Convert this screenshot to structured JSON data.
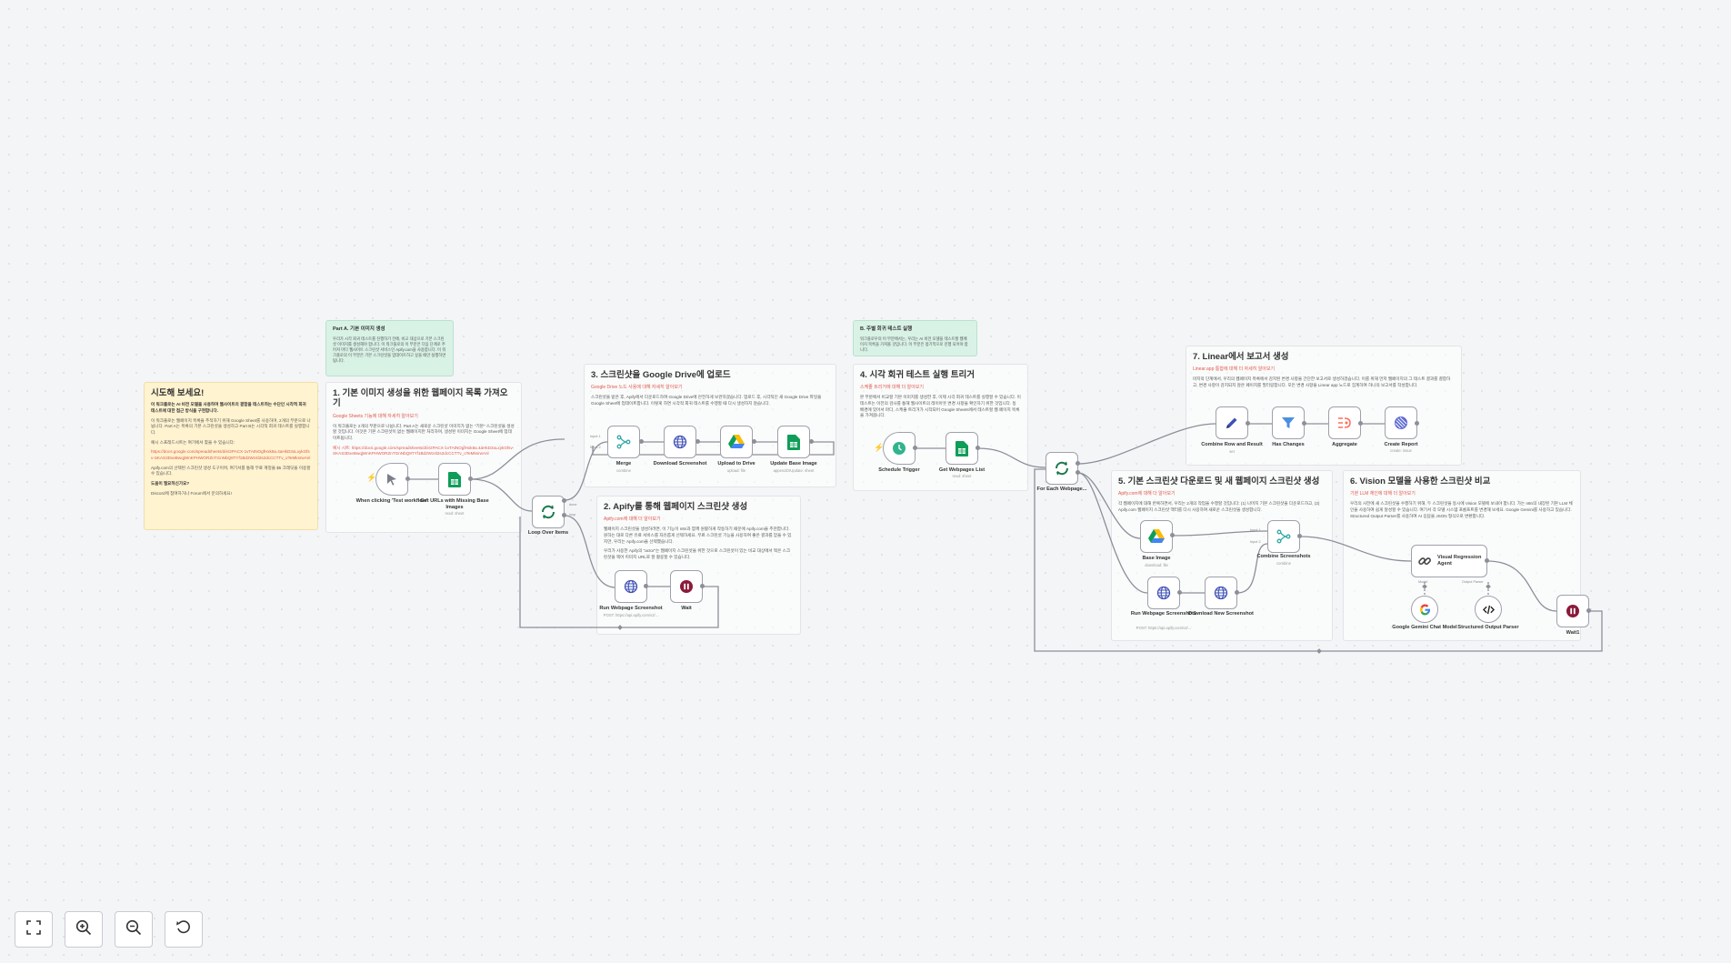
{
  "notes": {
    "intro": {
      "title": "시도해 보세요!",
      "body": [
        "이 워크플로는 AI 비전 모델을 사용하여 웹사이트의 결함을 테스트하는 수단인 시각적 회귀 테스트에 대한 접근 방식을 구현합니다.",
        "이 워크플로는 웹페이지 목록을 추적하기 위해 Google Sheet를 사용하며, 2개의 부분으로 나뉩니다. Part A는 목록의 기본 스크린샷을 생성하고 Part B는 시각적 회귀 테스트를 실행합니다.",
        "예시 스프레드시트는 여기에서 찾을 수 있습니다:",
        "https://docs.google.com/spreadsheets/d/e/2PACX-1vTAtNOgfHxk8a.4aHkD3xLxykGfsv-SKAS3DxeBwqjWnKPHWORZnTGnNbQ8TYf1Bd2Wz4l2s2dcCCTTv_oTeMksrwAnl",
        "Apify.com의 선택된 스크린샷 생성 도구이며, 여기서를 통해 무료 계정을 $5 크레딧을 이용할 수 있습니다.",
        "도움이 필요하신가요?",
        "Discord에 참여하거나 Forum에서 문의하세요!"
      ]
    },
    "partA": {
      "title": "Part A. 기본 이미지 생성",
      "body": "우리가 시각 회귀 테스트를 진행하기 전에, 비교 대상으로 기본 스크린샷 이미지를 생성해야 합니다. 이 워크플로의 이 부분은 다음 단계로 주어져 마다 웹사이트 스크린샷 서비스인 Apify.com을 사용합니다. 이 워크플로의 이 부분은 기본 스크린샷을 업데이트하고 싶을 때만 실행하면 됩니다."
    },
    "partB": {
      "title": "B. 주별 회귀 테스트 실행",
      "body": "워크플로우의 이 부분에서는, 우리는 AI 비전 모델을 테스트할 웹페이지 목록을 가져올 것입니다. 이 부분은 정기적으로 진행 되어야 합니다."
    },
    "step1": {
      "title": "1. 기본 이미지 생성을 위한 웹페이지 목록 가져오기",
      "sub": "Google Sheets 기능에 대해 자세히 알아보기",
      "body": "이 워크플로는 2개의 부분으로 나뉩니다. Part A는 새로운 스크린샷 이미지가 없는 \"기본\" 스크린샷을 생성할 것입니다. 이것은 기본 스크린샷이 없는 웹페이지만 처리하며, 생성된 이미지는 Google Sheet에 업데이트됩니다.",
      "link": "예시 시트: https://docs.google.com/spreadsheets/d/e/2PACX-1vTAtNOgfHxk8a.4aHkD3xLxykGfsv-SKAS3DxeBwqjWnKPHWORZnTGnNbQ8TYf1Bd2Wz4l2s2dcCCTTv_oTeMksrwAnl"
    },
    "step2": {
      "title": "2. Apify를 통해 웹페이지 스크린샷 생성",
      "sub": "Apify.com에 대해 더 알아보기",
      "body": "웹페이지 스크린샷을 생성하려면, 이 기능이 n8n과 함께 원활하게 작동하기 때문에 Apify.com을 추천합니다. 원하는 대로 다른 유료 서비스를 자유롭게 선택하세요. 무료 스크린샷 기능을 사용하여 좋은 결과를 얻을 수 있지만, 우리는 Apify.com을 선택했습니다.",
      "body2": "우리가 사용한 Apify의 \"actor\"는 웹페이지 스크린샷을 위한 것으로 스크린샷이 있는 비교 대상에서 찍은 스크린샷을 찍어 이미지 URL로 잘 활용할 수 있습니다."
    },
    "step3": {
      "title": "3. 스크린샷을 Google Drive에 업로드",
      "sub": "Google Drive 노드 사용에 대해 자세히 알아보기",
      "body": "스크린샷을 받은 후, Apify에서 다운로드하여 Google Drive에 안전하게 보관하겠습니다. 업로드 후, 시각적인 새 Google Drive 파일을 Google Sheet에 업데이트합니다. 이렇게 하면 시각적 회귀 테스트를 수행할 때 다시 생성하지 않습니다."
    },
    "step4": {
      "title": "4. 시각 회귀 테스트 실행 트리거",
      "sub": "스케줄 트리거에 대해 더 알아보기",
      "body": "본 부분에서 비교할 기본 이미지를 생성한 후, 이제 시각 회귀 테스트를 실행할 수 있습니다. 이 테스트는 이전의 검사를 통해 웹사이트의 레이아웃 변경 사항을 확인하기 위한 것입니다. 동 배경에 있어서 마다, 스케줄 트리거가 시작되어 Google Sheets에서 테스트할 웹 페이지 목록을 가져옵니다."
    },
    "step5": {
      "title": "5. 기본 스크린샷 다운로드 및 새 웹페이지 스크린샷 생성",
      "sub": "Apify.com에 대해 더 알아보기",
      "body": "각 웹페이지에 대해 반복하면서, 우리는 2개의 작업을 수행할 것입니다: (1) 나머지 기본 스크린샷을 다운로드하고, (2) Apify.com 웹페이지 스크린샷 액터를 다시 사용하여 새로운 스크린샷을 생성합니다."
    },
    "step6": {
      "title": "6. Vision 모델을 사용한 스크린샷 비교",
      "sub": "기본 LLM 체인에 대해 더 알아보기",
      "body": "우리의 사전에 새 스크린샷을 수행하기 위해, 두 스크린샷을 동시에 Vision 모델에 보내야 합니다. 가는 n8n의 내장된 기본 LLM 체인을 사용하여 쉽게 달성할 수 있습니다. 여기서 각 모델 시스템 프롬프트를 변경해 보세요. Google Gemini를 사용하고 있습니다. Structured Output Parser를 사용하여 AI 응답을 JSON 형식으로 변환합니다."
    },
    "step7": {
      "title": "7. Linear에서 보고서 생성",
      "sub": "Linear.app 통합에 대해 더 자세히 알아보기",
      "body": "마지막 단계에서, 우리의 웹페이지 목록에서 감지된 변경 사항을 간단한 보고서로 생성하겠습니다. 이를 위해 먼저 웹페이지의 그 테스트 결과를 결합하고, 변경 사항이 감지되지 않은 페이지를 필터링합니다. 모든 변경 사항을 Linear app 노드로 집계하여 하나의 보고서를 작성합니다."
    }
  },
  "nodes": {
    "manual_trigger": {
      "label": "When clicking 'Test workflow'",
      "icon": "cursor-icon"
    },
    "get_urls": {
      "label": "Get URLs with Missing Base Images",
      "sub": "read: sheet",
      "icon": "google-sheets-icon"
    },
    "loop_over": {
      "label": "Loop Over Items",
      "icon": "loop-icon"
    },
    "merge": {
      "label": "Merge",
      "sub": "combine",
      "icon": "merge-icon"
    },
    "download_screenshot": {
      "label": "Download Screenshot",
      "icon": "globe-icon"
    },
    "upload_drive": {
      "label": "Upload to Drive",
      "sub": "upload: file",
      "icon": "google-drive-icon"
    },
    "update_base": {
      "label": "Update Base Image",
      "sub": "appendOrUpdate: sheet",
      "icon": "google-sheets-icon"
    },
    "run_webpage_screenshot": {
      "label": "Run Webpage Screenshot",
      "sub": "POST: https://api.apify.com/v2/...",
      "icon": "globe-icon"
    },
    "wait": {
      "label": "Wait",
      "icon": "pause-icon"
    },
    "schedule_trigger": {
      "label": "Schedule Trigger",
      "icon": "clock-icon"
    },
    "get_webpages": {
      "label": "Get Webpages List",
      "sub": "read: sheet",
      "icon": "google-sheets-icon"
    },
    "for_each": {
      "label": "For Each Webpage...",
      "icon": "loop-icon"
    },
    "base_image": {
      "label": "Base Image",
      "sub": "download: file",
      "icon": "google-drive-icon"
    },
    "run_webpage_screenshot1": {
      "label": "Run Webpage Screenshot1",
      "sub": "POST: https://api.apify.com/v2/...",
      "icon": "globe-icon"
    },
    "download_new": {
      "label": "Download New Screenshot",
      "icon": "globe-icon"
    },
    "combine_screenshots": {
      "label": "Combine Screenshots",
      "sub": "combine",
      "icon": "merge-icon"
    },
    "visual_agent": {
      "label": "Visual Regression Agent",
      "icon": "chain-icon"
    },
    "gemini": {
      "label": "Google Gemini Chat Model",
      "icon": "google-icon"
    },
    "parser": {
      "label": "Structured Output Parser",
      "icon": "code-icon"
    },
    "wait1": {
      "label": "Wait1",
      "icon": "pause-icon"
    },
    "combine_row": {
      "label": "Combine Row and Result",
      "sub": "set",
      "icon": "pencil-icon"
    },
    "has_changes": {
      "label": "Has Changes",
      "icon": "filter-icon"
    },
    "aggregate": {
      "label": "Aggregate",
      "icon": "aggregate-icon"
    },
    "create_report": {
      "label": "Create Report",
      "sub": "create: issue",
      "icon": "linear-icon"
    }
  },
  "ports": {
    "loop_done": "done",
    "loop_loop": "loop",
    "merge_in1": "Input 1",
    "merge_in2": "Input 2",
    "combine_in1": "Input 1",
    "combine_in2": "Input 2",
    "model": "Model",
    "output_parser": "Output Parser"
  },
  "controls": {
    "fit": "fit-view-icon",
    "zoom_in": "zoom-in-icon",
    "zoom_out": "zoom-out-icon",
    "reset": "reset-icon"
  },
  "colors": {
    "sheets": "#0f9d58",
    "drive_blue": "#4285f4",
    "accent": "#ff6d5a",
    "apify": "#3f51b5",
    "wait": "#8b1a3a",
    "loop": "#1b7a4c"
  }
}
